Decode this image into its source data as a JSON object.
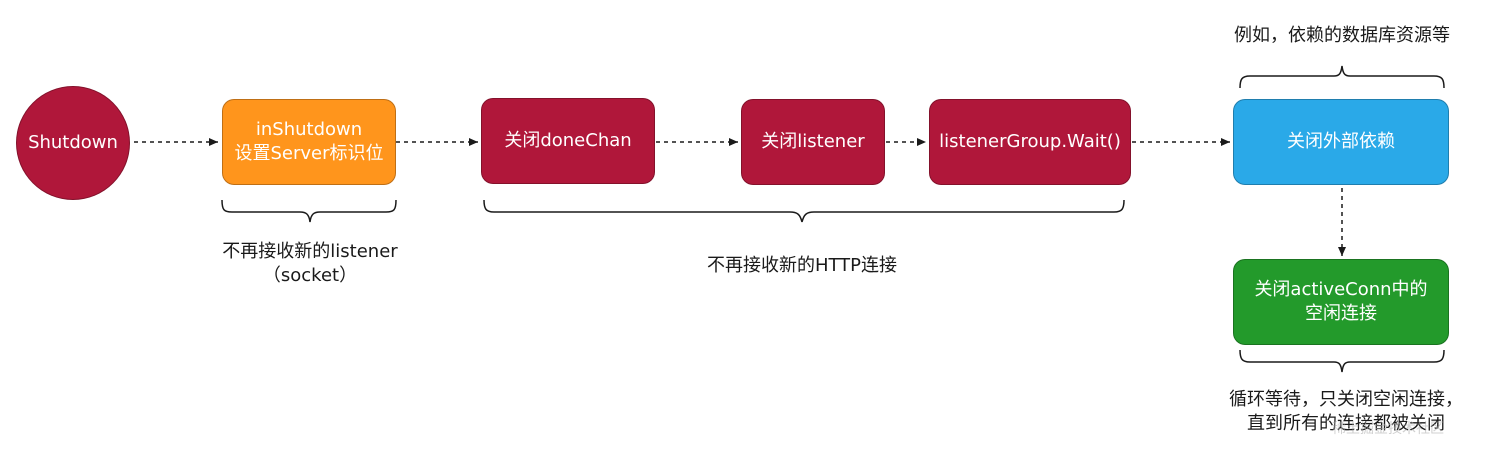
{
  "colors": {
    "red": "#b0173a",
    "orange": "#ff951c",
    "blue": "#2aa9e8",
    "green": "#239a2b",
    "text_on_orange": "#ffffff",
    "edge": "#1a1a1a"
  },
  "nodes": {
    "shutdown": {
      "label": "Shutdown"
    },
    "in_shutdown": {
      "line1": "inShutdown",
      "line2": "设置Server标识位"
    },
    "close_done_chan": {
      "label": "关闭doneChan"
    },
    "close_listener": {
      "label": "关闭listener"
    },
    "listener_group_wait": {
      "label": "listenerGroup.Wait()"
    },
    "close_external_deps": {
      "label": "关闭外部依赖"
    },
    "close_idle_conns": {
      "line1": "关闭activeConn中的",
      "line2": "空闲连接"
    }
  },
  "annotations": {
    "no_new_listener": {
      "line1": "不再接收新的listener",
      "line2": "（socket）"
    },
    "no_new_http": {
      "text": "不再接收新的HTTP连接"
    },
    "external_deps_example": {
      "text": "例如，依赖的数据库资源等"
    },
    "loop_wait": {
      "line1": "循环等待，只关闭空闲连接，",
      "line2": "直到所有的连接都被关闭"
    }
  },
  "watermark": {
    "text": "稀土掘金技术社区"
  }
}
